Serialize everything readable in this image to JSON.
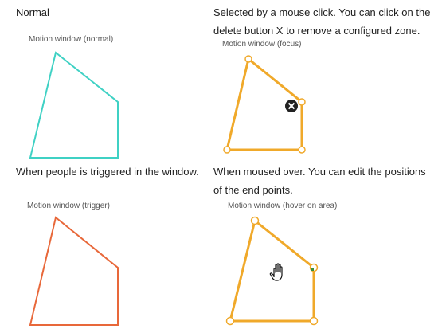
{
  "panels": [
    {
      "id": "normal",
      "caption": "Normal",
      "window_label": "Motion window (normal)"
    },
    {
      "id": "focus",
      "caption": "Selected by a mouse click. You can click on the delete button X to remove a configured zone.",
      "window_label": "Motion window (focus)"
    },
    {
      "id": "trigger",
      "caption": "When people is triggered in the window.",
      "window_label": "Motion window (trigger)"
    },
    {
      "id": "hover",
      "caption": "When moused over. You can edit the positions of the end points.",
      "window_label": "Motion window (hover on area)"
    }
  ],
  "colors": {
    "normal_outline": "#3fd1c4",
    "focus_outline": "#f0a92a",
    "trigger_outline": "#e8683a",
    "hover_outline": "#f0a92a",
    "delete_button": "#222222",
    "handle_fill": "#ffffff"
  },
  "icons": {
    "delete": "close-x-icon",
    "hover_cursor": "hand-cursor-icon"
  }
}
